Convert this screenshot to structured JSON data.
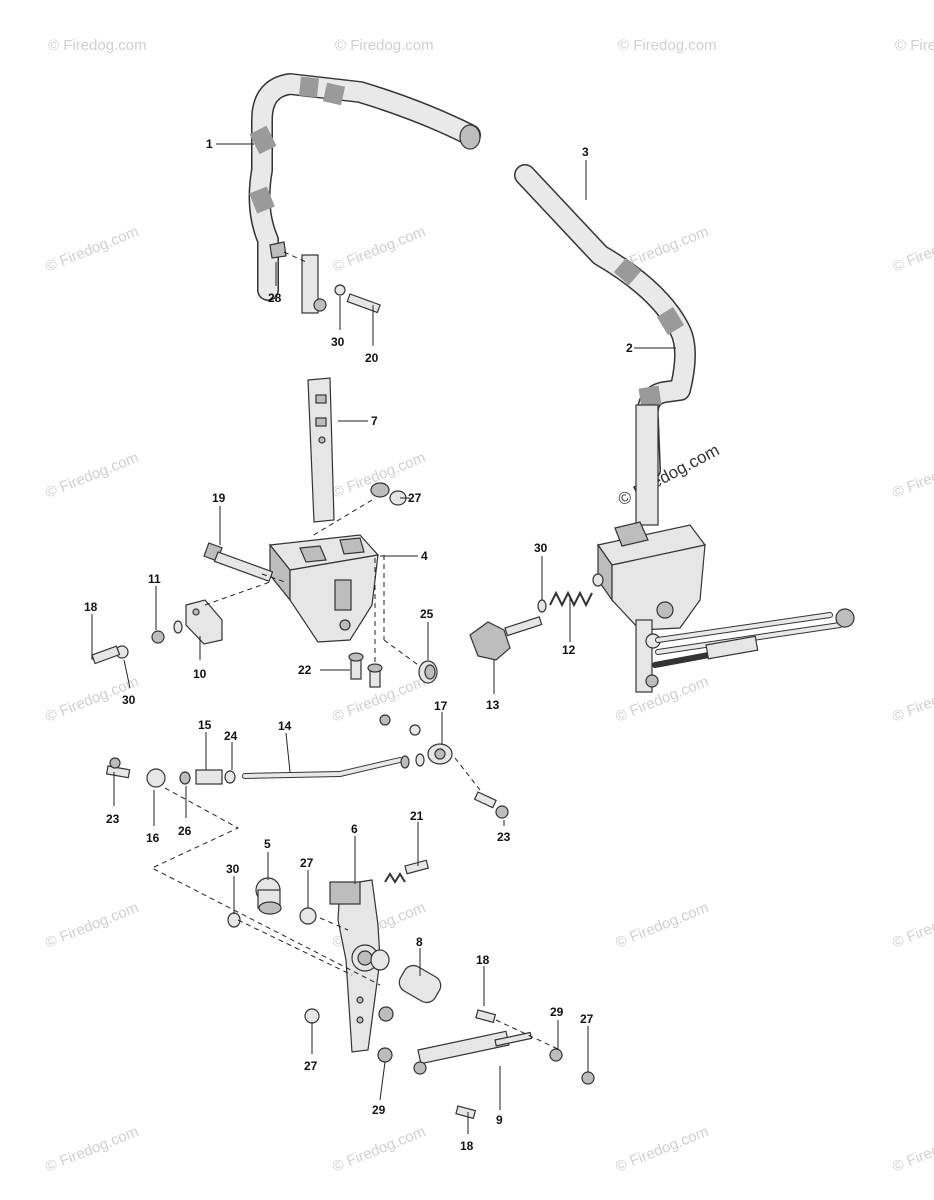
{
  "watermark": {
    "text": "© Firedog.com",
    "highlight_text": "© Firedog.com"
  },
  "callouts": {
    "c1": "1",
    "c2": "2",
    "c3": "3",
    "c4": "4",
    "c5": "5",
    "c6": "6",
    "c7": "7",
    "c8": "8",
    "c9": "9",
    "c10": "10",
    "c11": "11",
    "c12": "12",
    "c13": "13",
    "c14": "14",
    "c15": "15",
    "c16": "16",
    "c17": "17",
    "c18a": "18",
    "c18b": "18",
    "c18c": "18",
    "c19": "19",
    "c20": "20",
    "c21": "21",
    "c22": "22",
    "c23a": "23",
    "c23b": "23",
    "c24": "24",
    "c25": "25",
    "c26": "26",
    "c27a": "27",
    "c27b": "27",
    "c27c": "27",
    "c27d": "27",
    "c28": "28",
    "c29a": "29",
    "c29b": "29",
    "c30a": "30",
    "c30b": "30",
    "c30c": "30",
    "c30d": "30"
  }
}
